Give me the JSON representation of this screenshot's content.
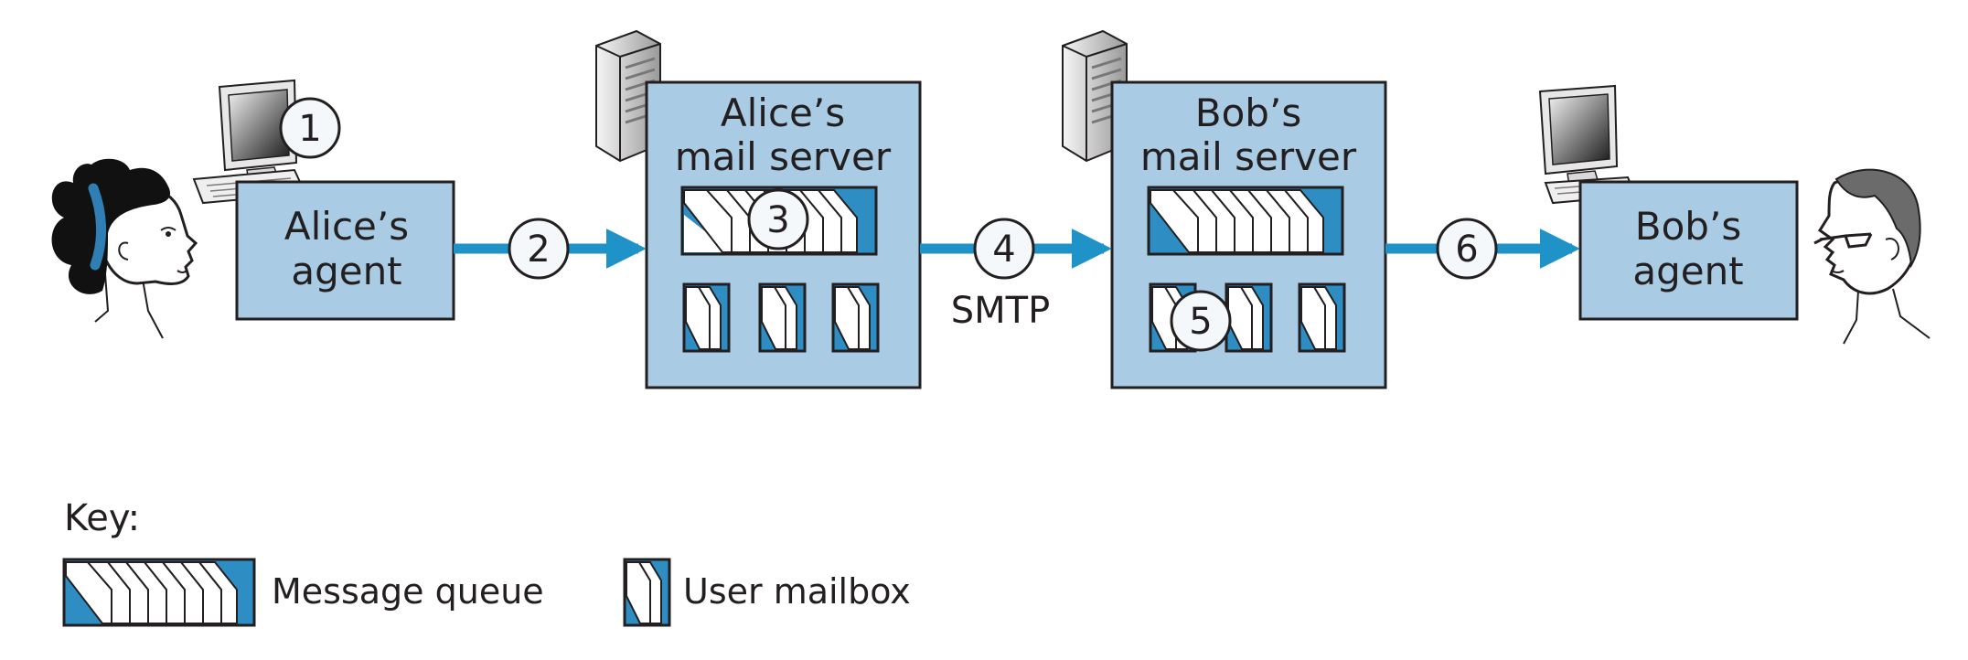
{
  "diagram": {
    "alice_agent": {
      "line1": "Alice’s",
      "line2": "agent"
    },
    "alice_server": {
      "line1": "Alice’s",
      "line2": "mail server"
    },
    "bob_server": {
      "line1": "Bob’s",
      "line2": "mail server"
    },
    "bob_agent": {
      "line1": "Bob’s",
      "line2": "agent"
    },
    "protocol_label": "SMTP",
    "steps": [
      "1",
      "2",
      "3",
      "4",
      "5",
      "6"
    ]
  },
  "key": {
    "title": "Key:",
    "message_queue": "Message queue",
    "user_mailbox": "User mailbox"
  },
  "colors": {
    "box_fill": "#a9cbe4",
    "arrow": "#1f93c7",
    "mailbox_fill": "#2e8ec4",
    "circle_fill": "#f4f8fb",
    "outline": "#231f20"
  }
}
